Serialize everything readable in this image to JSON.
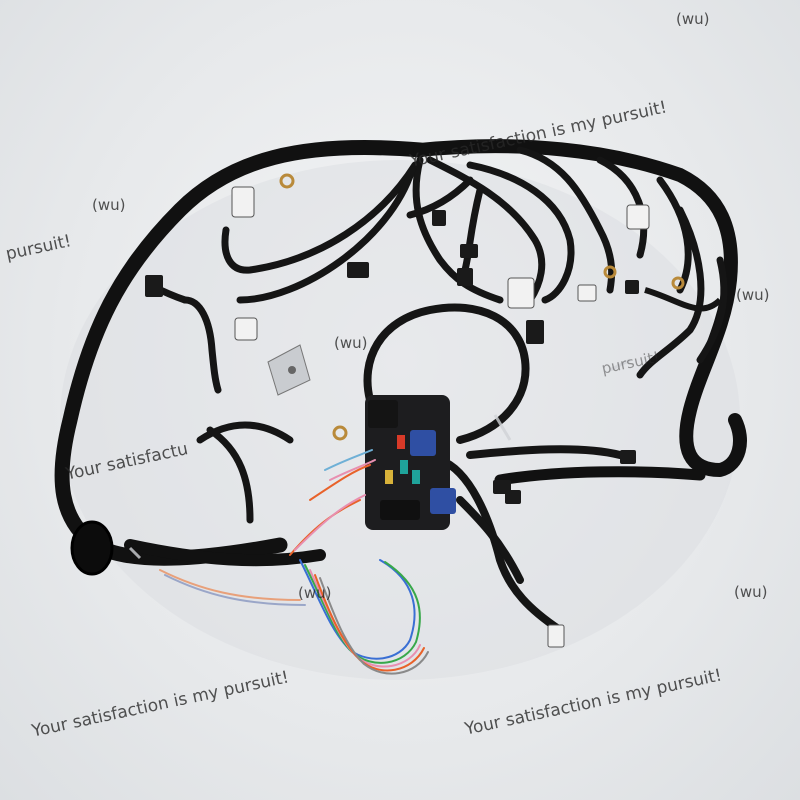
{
  "watermarks": {
    "slogan": "Your satisfaction is my pursuit!",
    "slogan_right_fragment": "Your satisfaction is my pursuit!",
    "slogan_left_fragment": "pursuit!",
    "slogan_mid_fragment": "Your satisfactu",
    "tag": "(wu)"
  },
  "colors": {
    "background": "#e7e9eb",
    "wire": "#111111",
    "fuse_block": "#1d1d1f",
    "relay_blue": "#2f4fa3",
    "fuse_teal": "#1fa39a",
    "fuse_red": "#d83a28",
    "wire_orange": "#e8622a",
    "wire_pink": "#e88fb0",
    "connector_white": "#f2f2f2"
  }
}
